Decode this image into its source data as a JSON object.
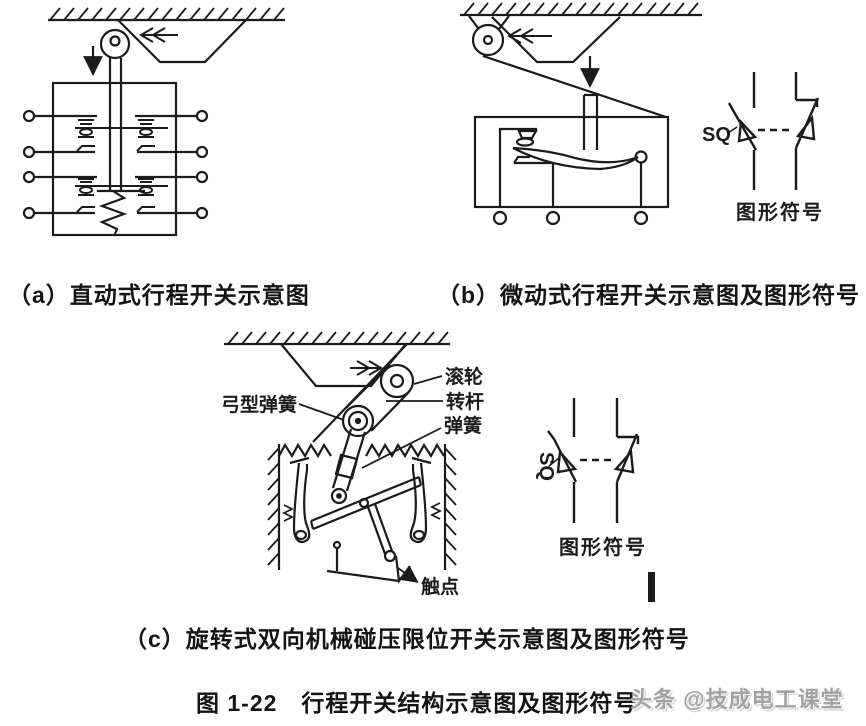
{
  "figure": {
    "caption_a": "（a）直动式行程开关示意图",
    "caption_b": "（b）微动式行程开关示意图及图形符号",
    "caption_c": "（c）旋转式双向机械碰压限位开关示意图及图形符号",
    "figure_caption": "图 1-22　行程开关结构示意图及图形符号",
    "watermark": "头条 @技成电工课堂"
  },
  "labels": {
    "roller": "滚轮",
    "lever": "转杆",
    "spring": "弹簧",
    "bow_spring": "弓型弹簧",
    "contact": "触点",
    "symbol_caption": "图形符号",
    "switch_designation": "SQ"
  },
  "colors": {
    "line": "#1b1b1b",
    "background": "#ffffff",
    "watermark": "#a2a2a2"
  }
}
